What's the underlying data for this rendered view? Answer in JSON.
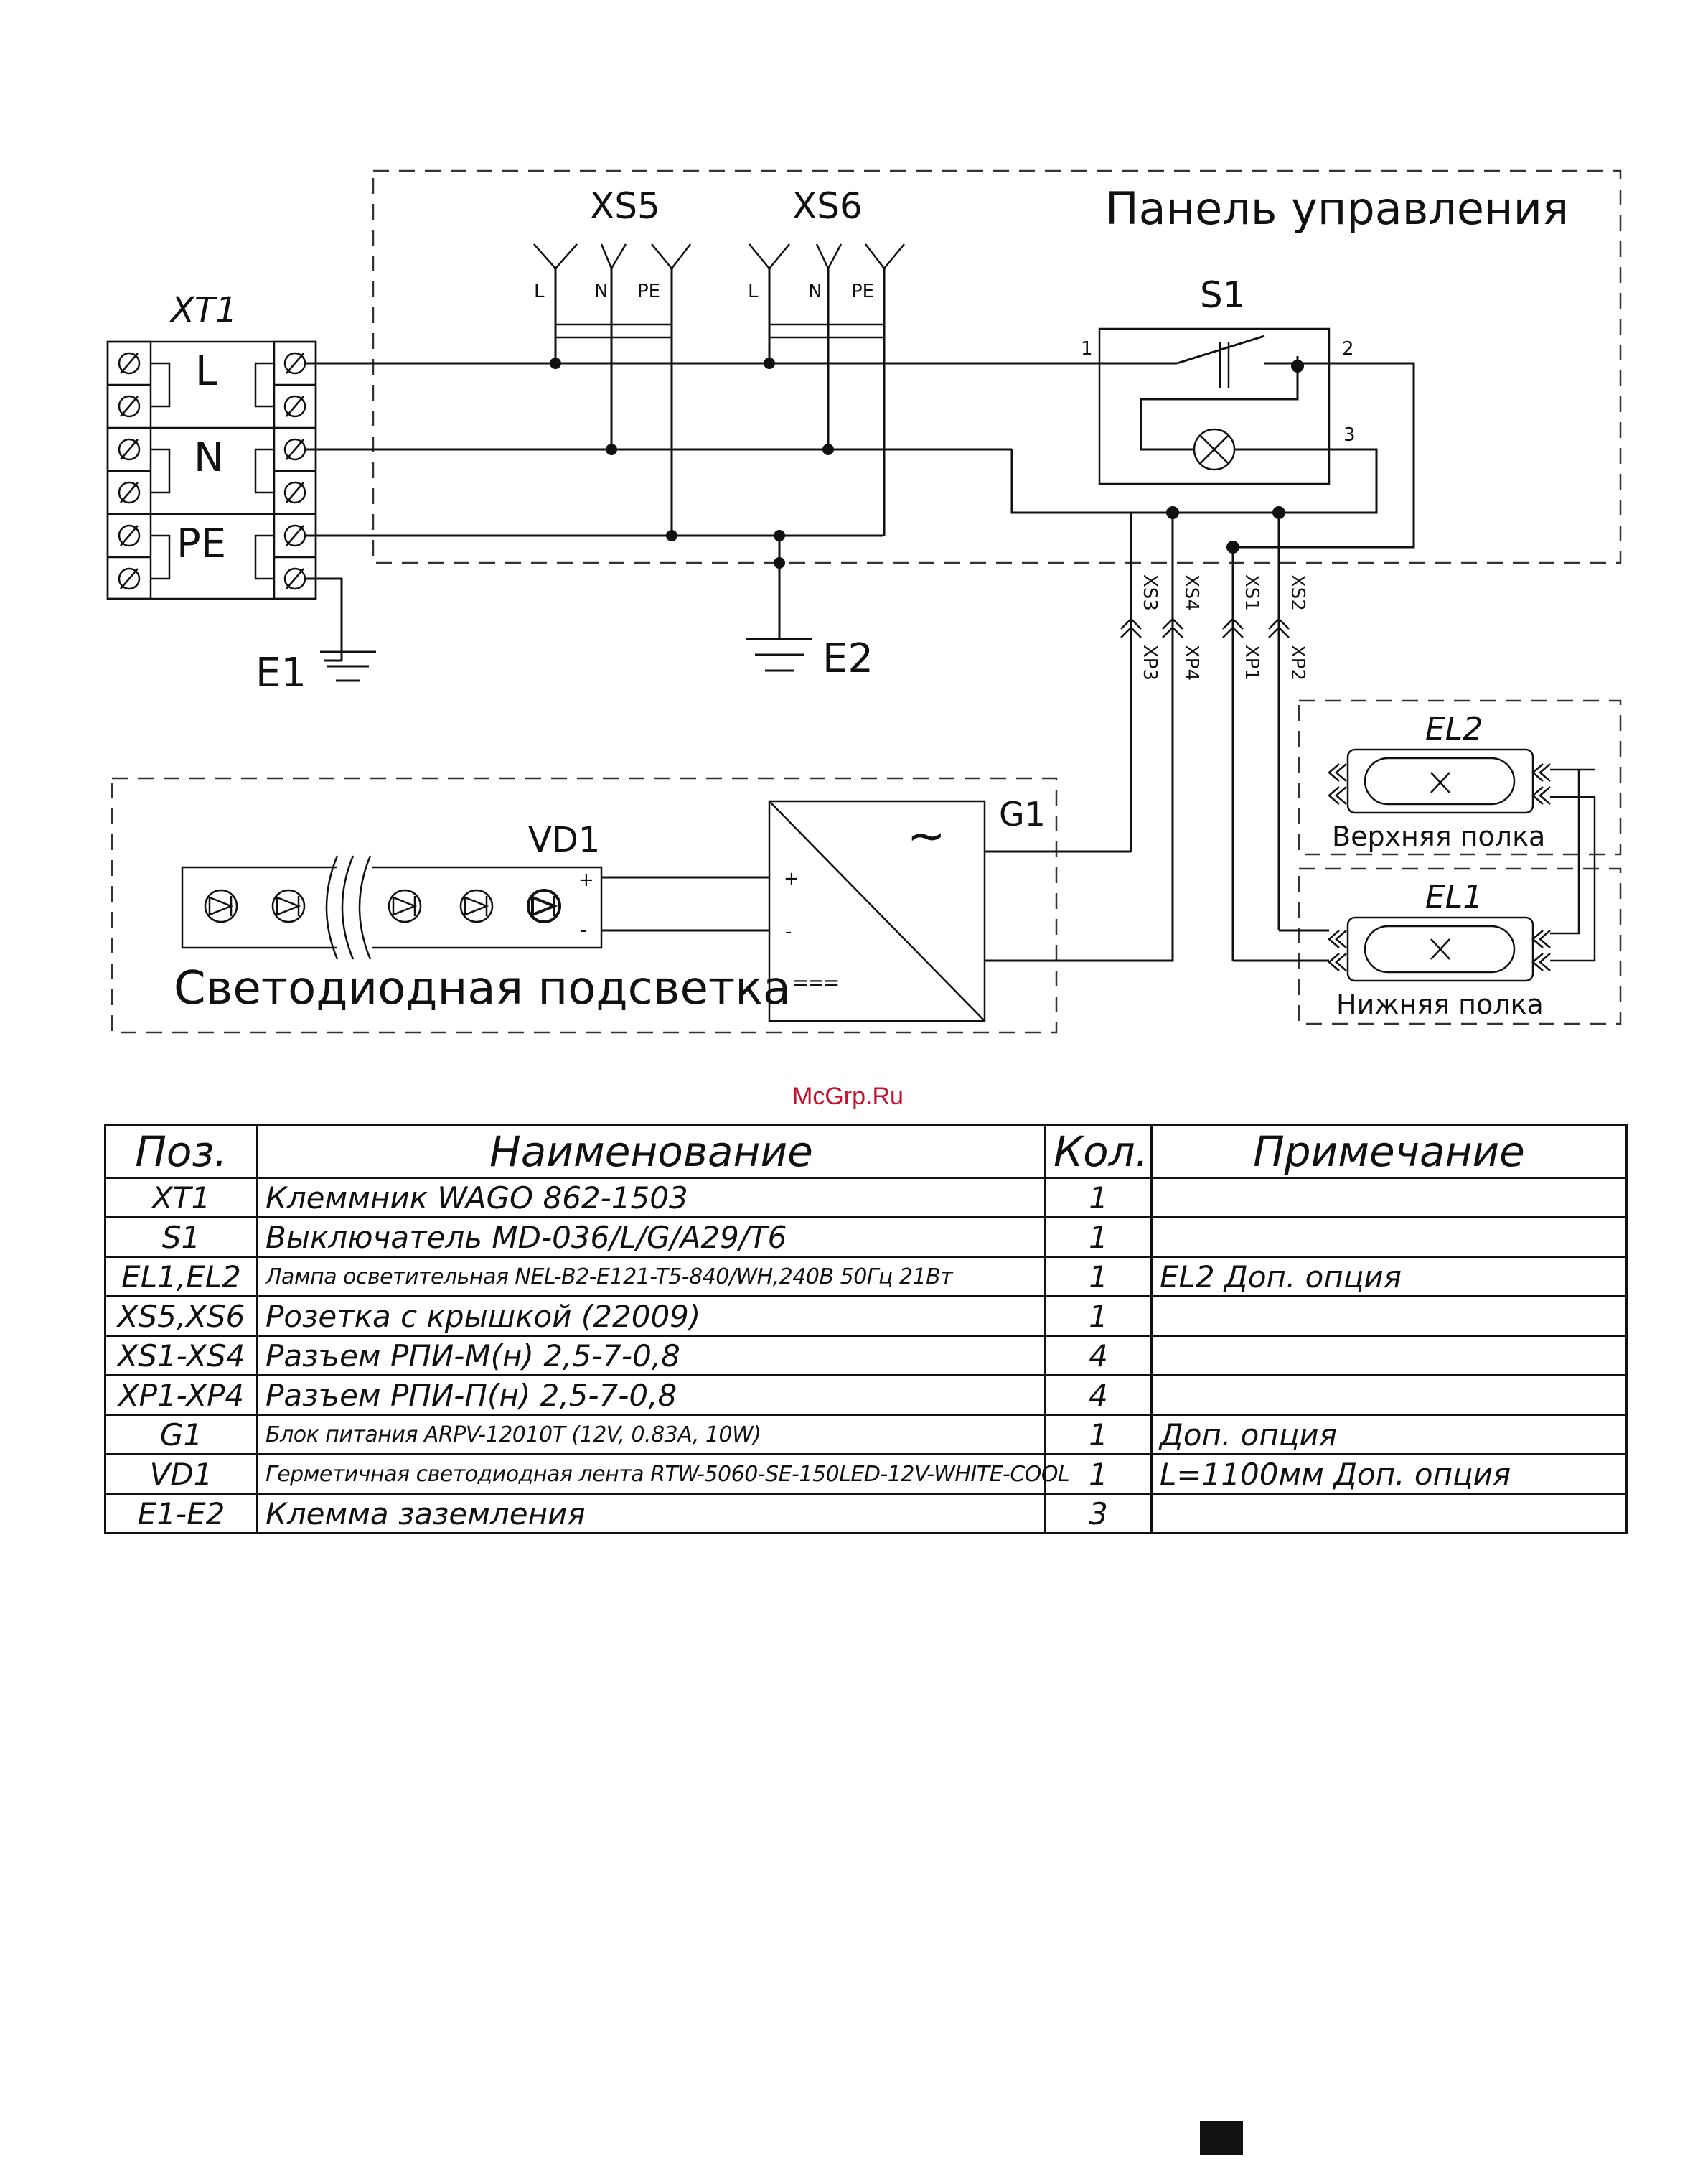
{
  "diagram": {
    "panel_title": "Панель управления",
    "xt1": "XT1",
    "xt1_terms": [
      "L",
      "N",
      "PE"
    ],
    "xs5": "XS5",
    "xs6": "XS6",
    "socket_pins": [
      "L",
      "N",
      "PE"
    ],
    "s1": "S1",
    "s1_pins": [
      "1",
      "2",
      "3"
    ],
    "e1": "E1",
    "e2": "E2",
    "conn_xs": [
      "XS3",
      "XS4",
      "XS1",
      "XS2"
    ],
    "conn_xp": [
      "XP3",
      "XP4",
      "XP1",
      "XP2"
    ],
    "el2": "EL2",
    "el2_caption": "Верхняя полка",
    "el1": "EL1",
    "el1_caption": "Нижняя полка",
    "g1": "G1",
    "vd1": "VD1",
    "led_caption": "Светодиодная подсветка",
    "plus": "+",
    "minus": "-",
    "ac": "~",
    "dc": "==="
  },
  "watermark": "McGrp.Ru",
  "table": {
    "headers": [
      "Поз.",
      "Наименование",
      "Кол.",
      "Примечание"
    ],
    "rows": [
      {
        "pos": "XT1",
        "name": "Клеммник WAGO 862-1503",
        "qty": "1",
        "note": ""
      },
      {
        "pos": "S1",
        "name": "Выключатель MD-036/L/G/A29/T6",
        "qty": "1",
        "note": ""
      },
      {
        "pos": "EL1,EL2",
        "name": "Лампа осветительная NEL-B2-E121-T5-840/WH,240В 50Гц 21Вт",
        "qty": "1",
        "note": "EL2 Доп. опция"
      },
      {
        "pos": "XS5,XS6",
        "name": "Розетка с крышкой (22009)",
        "qty": "1",
        "note": ""
      },
      {
        "pos": "XS1-XS4",
        "name": "Разъем РПИ-М(н) 2,5-7-0,8",
        "qty": "4",
        "note": ""
      },
      {
        "pos": "XP1-XP4",
        "name": "Разъем РПИ-П(н) 2,5-7-0,8",
        "qty": "4",
        "note": ""
      },
      {
        "pos": "G1",
        "name": "Блок питания ARPV-12010T (12V, 0.83A, 10W)",
        "qty": "1",
        "note": "Доп. опция"
      },
      {
        "pos": "VD1",
        "name": "Герметичная светодиодная лента RTW-5060-SE-150LED-12V-WHITE-COOL",
        "qty": "1",
        "note": "L=1100мм Доп. опция"
      },
      {
        "pos": "E1-E2",
        "name": "Клемма заземления",
        "qty": "3",
        "note": ""
      }
    ]
  }
}
